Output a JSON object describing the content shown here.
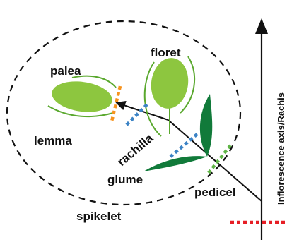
{
  "labels": {
    "floret": "floret",
    "palea": "palea",
    "lemma": "lemma",
    "rachilla": "rachilla",
    "glume": "glume",
    "pedicel": "pedicel",
    "spikelet": "spikelet",
    "axis": "Inflorescence axis/Rachis"
  },
  "colors": {
    "organ_fill": "#8dc63f",
    "organ_outline": "#5aa82e",
    "glume_fill": "#117a3a",
    "node_orange": "#f7931e",
    "node_blue": "#3c83c5",
    "node_green": "#5fb446",
    "node_red": "#e61e25",
    "line": "#111111"
  }
}
